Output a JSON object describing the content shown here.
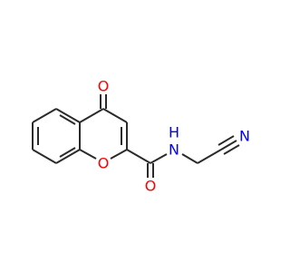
{
  "molecule": {
    "colors": {
      "carbon_bond": "#2a2a2a",
      "oxygen": "#ff0000",
      "nitrogen": "#0000ff",
      "background": "#ffffff"
    },
    "atoms": {
      "carbonyl_oxygen": {
        "symbol": "O",
        "element": "oxygen"
      },
      "ring_oxygen": {
        "symbol": "O",
        "element": "oxygen"
      },
      "amide_oxygen": {
        "symbol": "O",
        "element": "oxygen"
      },
      "amide_nitrogen": {
        "symbol": "N",
        "element": "nitrogen"
      },
      "amide_hydrogen": {
        "symbol": "H",
        "element": "nitrogen"
      },
      "nitrile_nitrogen": {
        "symbol": "N",
        "element": "nitrogen"
      }
    }
  }
}
